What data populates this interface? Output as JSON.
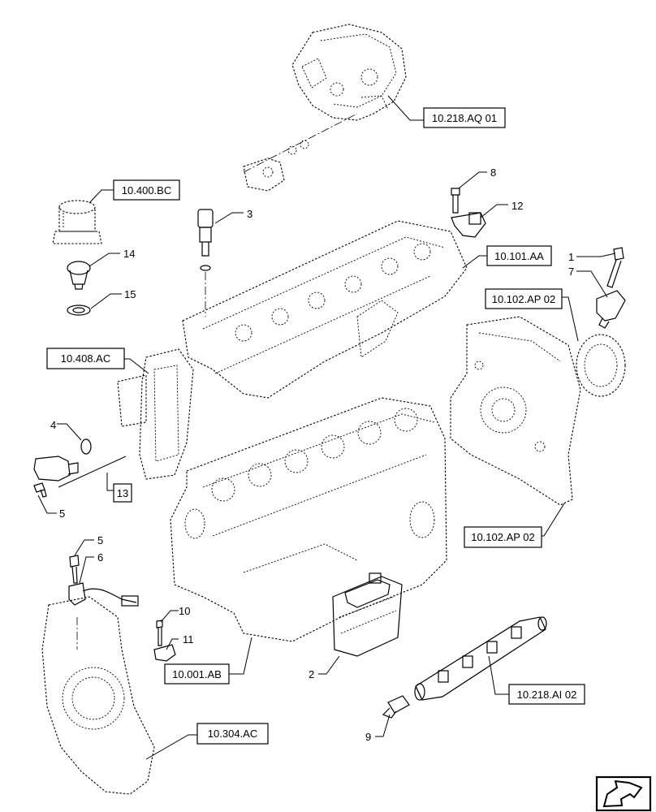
{
  "references": [
    {
      "id": "ref-10-218-aq-01",
      "label": "10.218.AQ 01"
    },
    {
      "id": "ref-10-400-bc",
      "label": "10.400.BC"
    },
    {
      "id": "ref-10-101-aa",
      "label": "10.101.AA"
    },
    {
      "id": "ref-10-102-ap-02-top",
      "label": "10.102.AP 02"
    },
    {
      "id": "ref-10-408-ac",
      "label": "10.408.AC"
    },
    {
      "id": "ref-10-102-ap-02-bottom",
      "label": "10.102.AP 02"
    },
    {
      "id": "ref-10-001-ab",
      "label": "10.001.AB"
    },
    {
      "id": "ref-10-218-ai-02",
      "label": "10.218.AI 02"
    },
    {
      "id": "ref-10-304-ac",
      "label": "10.304.AC"
    }
  ],
  "boxed_numbers": [
    {
      "id": "item-13",
      "label": "13"
    }
  ],
  "callouts": [
    {
      "id": "callout-8",
      "label": "8"
    },
    {
      "id": "callout-3",
      "label": "3"
    },
    {
      "id": "callout-12",
      "label": "12"
    },
    {
      "id": "callout-14",
      "label": "14"
    },
    {
      "id": "callout-15",
      "label": "15"
    },
    {
      "id": "callout-1",
      "label": "1"
    },
    {
      "id": "callout-7",
      "label": "7"
    },
    {
      "id": "callout-4",
      "label": "4"
    },
    {
      "id": "callout-5-top",
      "label": "5"
    },
    {
      "id": "callout-5-bottom",
      "label": "5"
    },
    {
      "id": "callout-6",
      "label": "6"
    },
    {
      "id": "callout-10",
      "label": "10"
    },
    {
      "id": "callout-11",
      "label": "11"
    },
    {
      "id": "callout-2",
      "label": "2"
    },
    {
      "id": "callout-9",
      "label": "9"
    }
  ],
  "corner_icon": "navigation-arrow-icon"
}
